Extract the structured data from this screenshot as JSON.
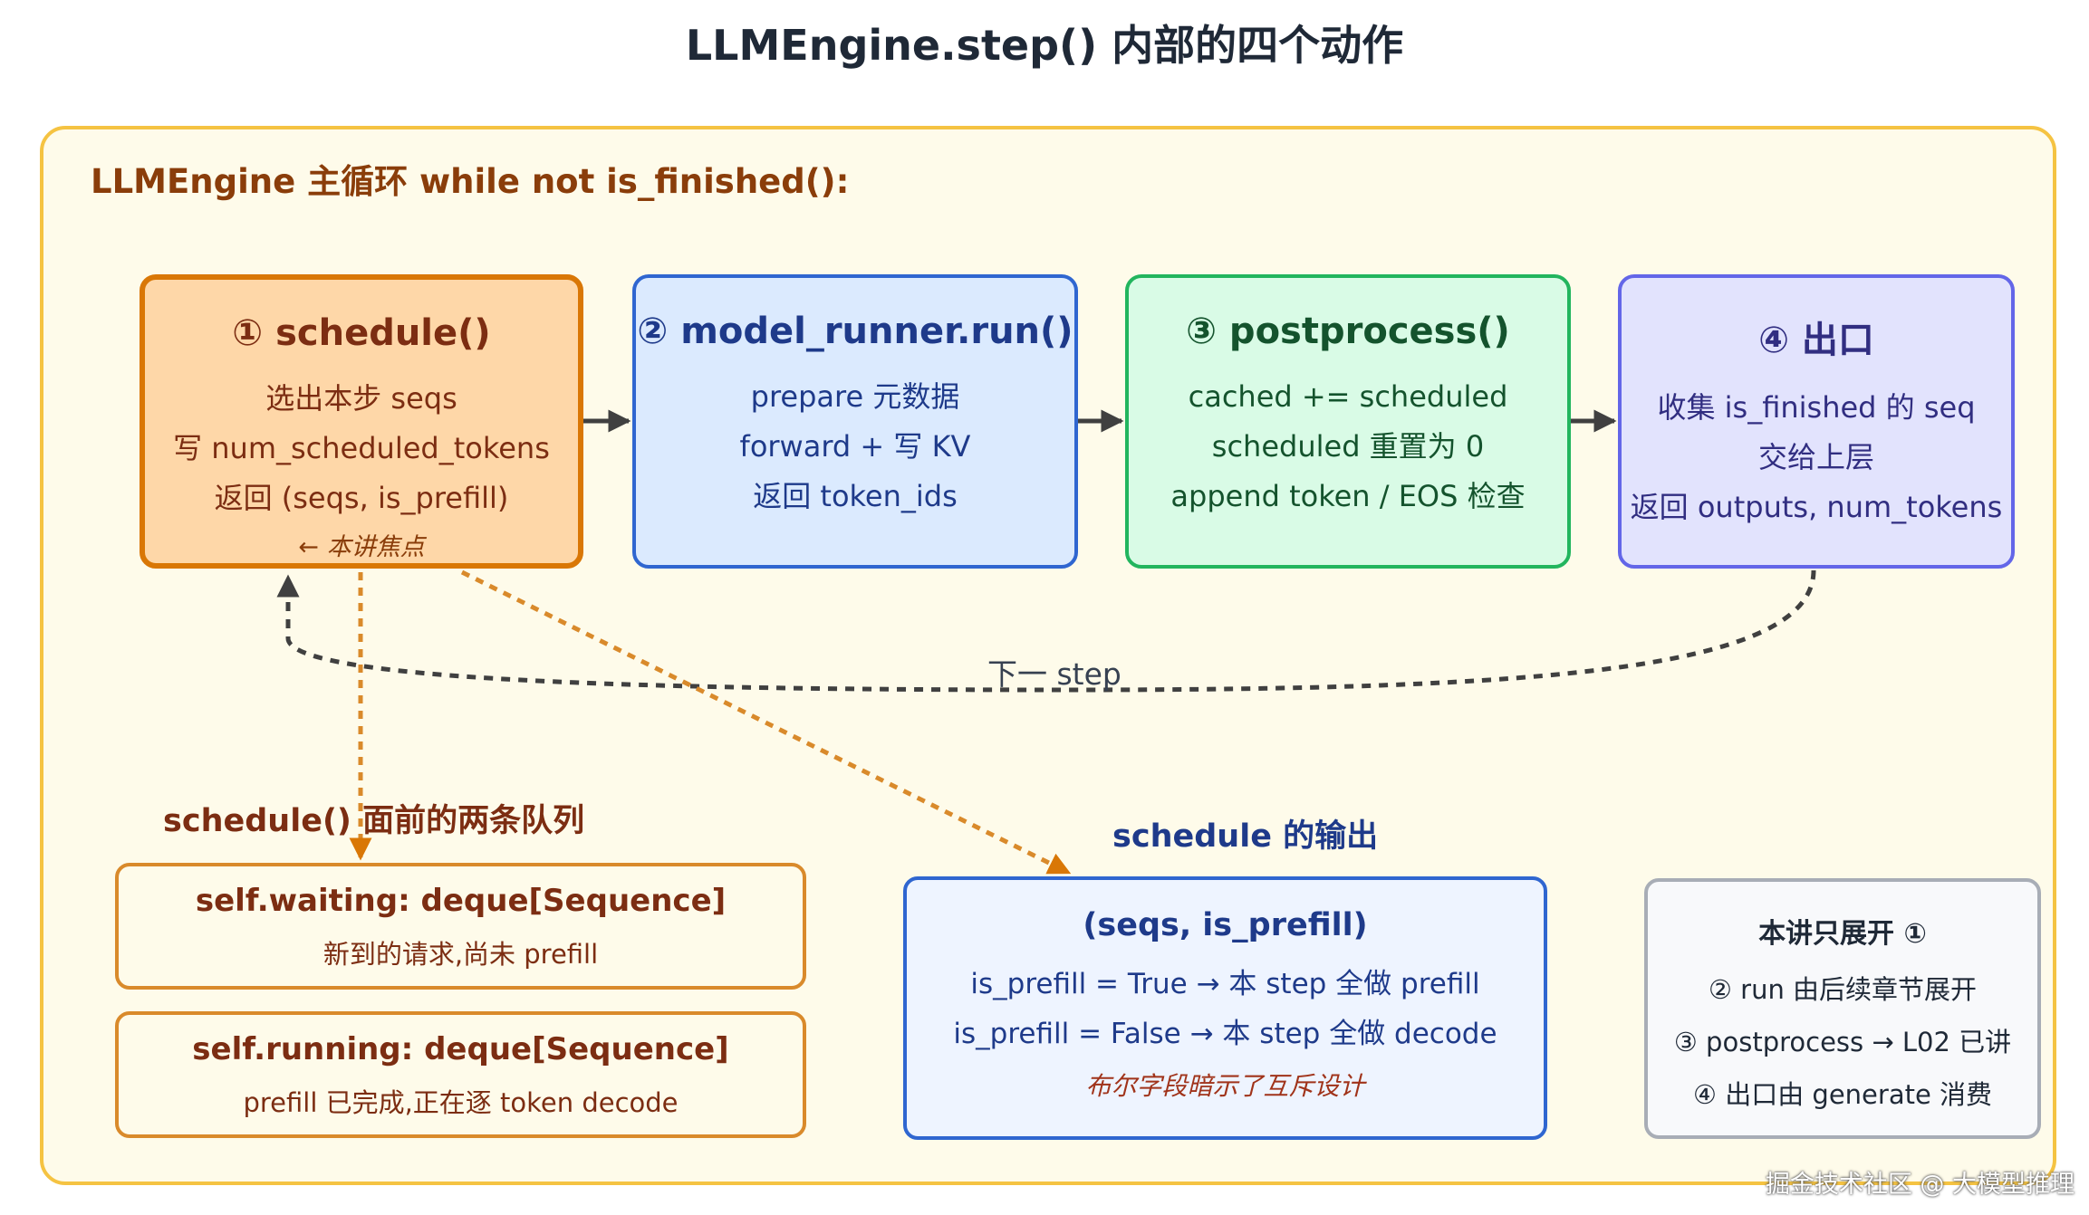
{
  "title": "LLMEngine.step() 内部的四个动作",
  "loop_label": "LLMEngine 主循环 while not is_finished():",
  "steps": [
    {
      "title": "① schedule()",
      "lines": [
        "选出本步 seqs",
        "写 num_scheduled_tokens",
        "返回 (seqs, is_prefill)"
      ],
      "note": "← 本讲焦点"
    },
    {
      "title": "② model_runner.run()",
      "lines": [
        "prepare 元数据",
        "forward + 写 KV",
        "返回 token_ids"
      ]
    },
    {
      "title": "③ postprocess()",
      "lines": [
        "cached += scheduled",
        "scheduled 重置为 0",
        "append token / EOS 检查"
      ]
    },
    {
      "title": "④ 出口",
      "lines": [
        "收集 is_finished 的 seq",
        "交给上层",
        "返回 outputs, num_tokens"
      ]
    }
  ],
  "next_step_label": "下一 step",
  "queues": {
    "label": "schedule() 面前的两条队列",
    "waiting": {
      "title": "self.waiting: deque[Sequence]",
      "desc": "新到的请求,尚未 prefill"
    },
    "running": {
      "title": "self.running: deque[Sequence]",
      "desc": "prefill 已完成,正在逐 token decode"
    }
  },
  "output": {
    "label": "schedule 的输出",
    "title": "(seqs, is_prefill)",
    "lines": [
      "is_prefill = True → 本 step 全做 prefill",
      "is_prefill = False → 本 step 全做 decode"
    ],
    "note": "布尔字段暗示了互斥设计"
  },
  "scope_note": {
    "title": "本讲只展开 ①",
    "lines": [
      "② run 由后续章节展开",
      "③ postprocess → L02 已讲",
      "④ 出口由 generate 消费"
    ]
  },
  "watermark": "掘金技术社区 @ 大模型推理",
  "colors": {
    "step1": "#d97706",
    "step2": "#2f66d0",
    "step3": "#22b55e",
    "step4": "#6366e8",
    "loop_arrow": "#404040",
    "dotted_link": "#d98a2b"
  }
}
